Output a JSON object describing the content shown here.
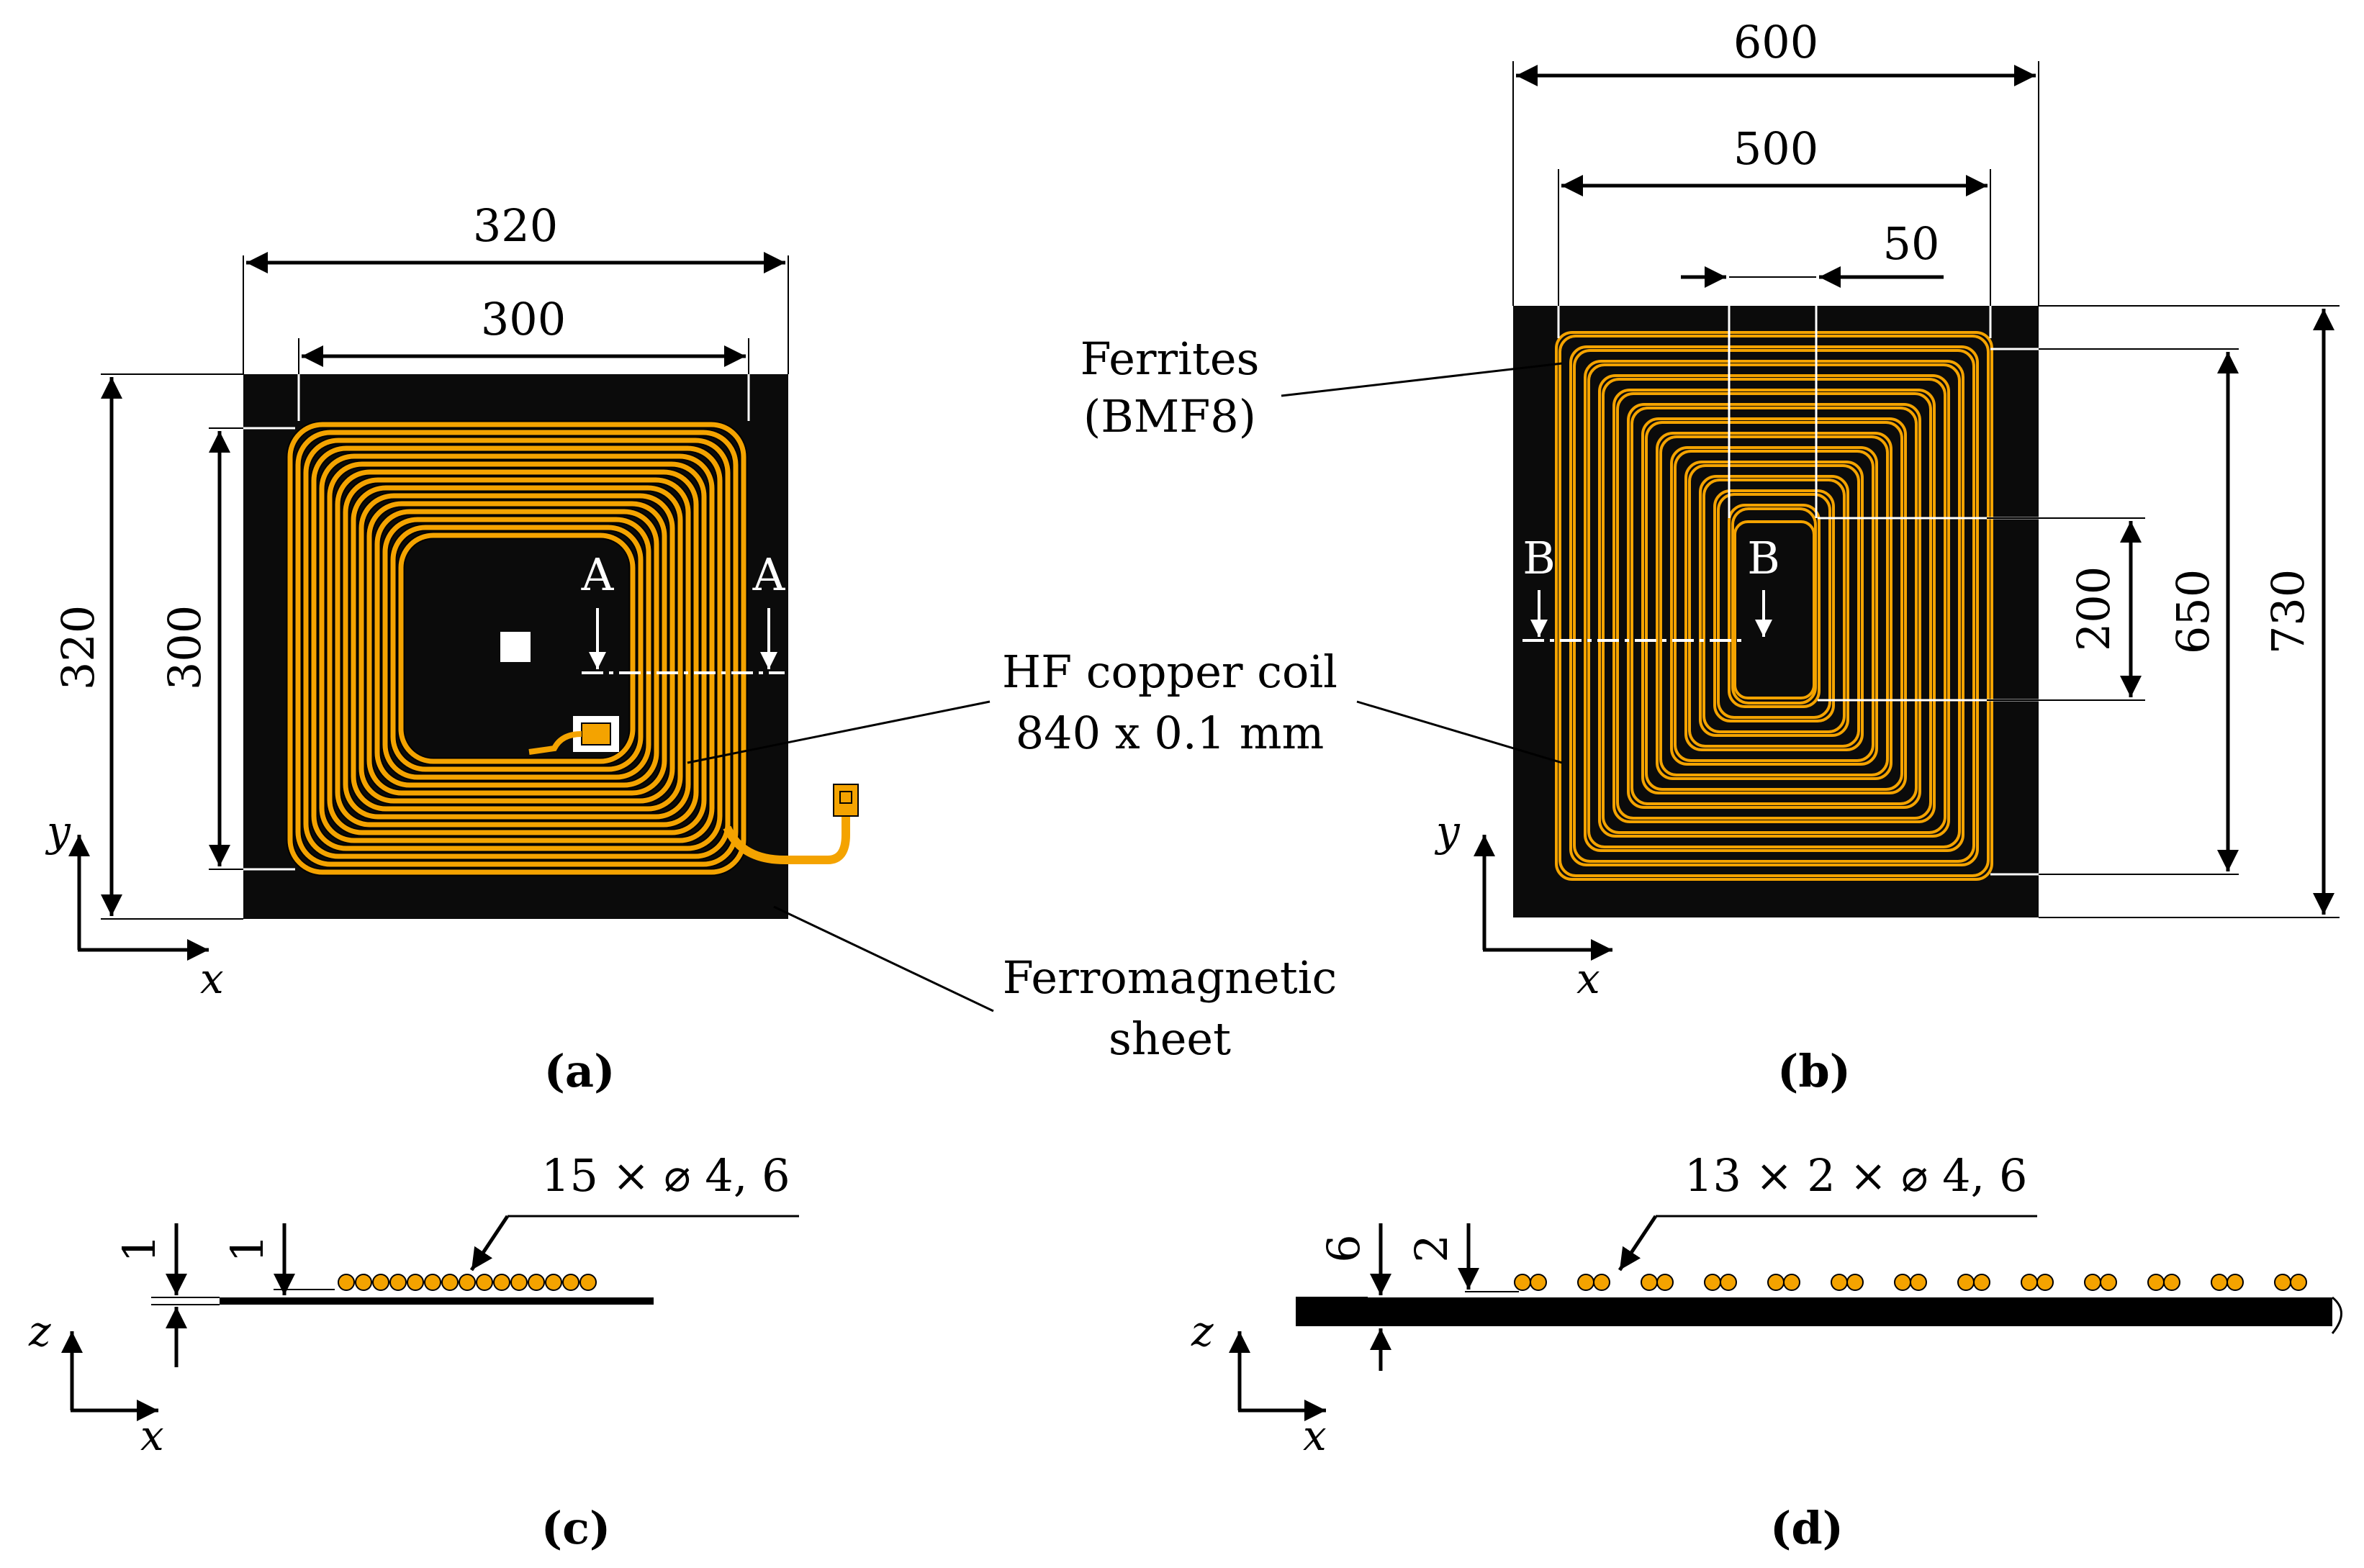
{
  "panel_a": {
    "dim_width_outer": "320",
    "dim_width_inner": "300",
    "dim_height_outer": "320",
    "dim_height_inner": "300",
    "section_left": "A",
    "section_right": "A",
    "caption": "(a)"
  },
  "panel_b": {
    "dim_width_outer": "600",
    "dim_width_inner": "500",
    "dim_gap": "50",
    "dim_height_inner_core": "200",
    "dim_height_inner": "650",
    "dim_height_outer": "730",
    "section_left": "B",
    "section_right": "B",
    "caption": "(b)"
  },
  "panel_c": {
    "dim_sheet": "1",
    "dim_gap": "1",
    "conductor_label": "15 × ⌀ 4, 6",
    "caption": "(c)"
  },
  "panel_d": {
    "dim_sheet": "6",
    "dim_gap": "2",
    "conductor_label": "13 × 2 × ⌀ 4, 6",
    "caption": "(d)"
  },
  "callouts": {
    "ferrites_line1": "Ferrites",
    "ferrites_line2": "(BMF8)",
    "coil_line1": "HF copper coil",
    "coil_line2": "840 x 0.1 mm",
    "sheet_line1": "Ferromagnetic",
    "sheet_line2": "sheet"
  },
  "axes": {
    "x": "x",
    "y": "y",
    "z": "z"
  },
  "colors": {
    "copper": "#F4A300",
    "ferrite": "#0b0b0b",
    "background": "#ffffff"
  }
}
